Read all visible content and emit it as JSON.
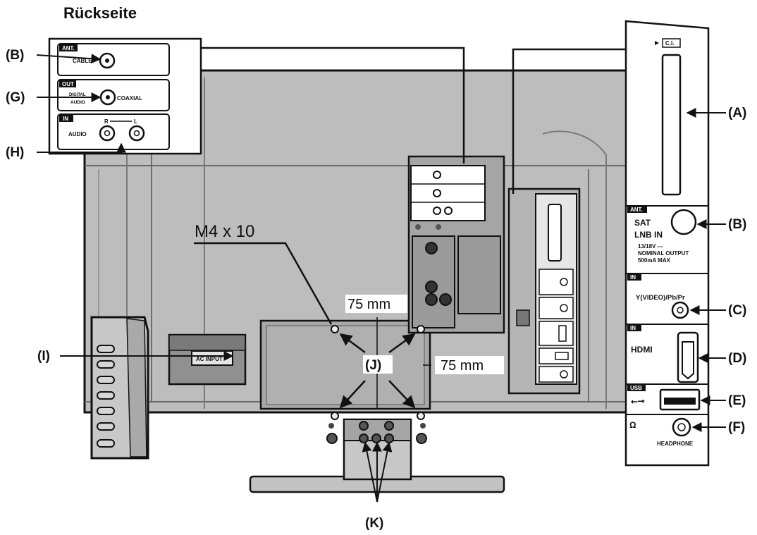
{
  "title": "Rückseite",
  "callouts": {
    "A": "(A)",
    "B": "(B)",
    "C": "(C)",
    "D": "(D)",
    "E": "(E)",
    "F": "(F)",
    "G": "(G)",
    "H": "(H)",
    "I": "(I)",
    "J": "(J)",
    "K": "(K)"
  },
  "screw_spec": "M4 x 10",
  "vesa": {
    "horizontal": "75 mm",
    "vertical": "75 mm"
  },
  "left_panel": {
    "ant_tag": "ANT.",
    "cable": "CABLE",
    "out_tag": "OUT",
    "digital_audio_1": "DIGITAL",
    "digital_audio_2": "AUDIO",
    "coaxial": "COAXIAL",
    "in_tag": "IN",
    "audio": "AUDIO",
    "r": "R",
    "l": "L"
  },
  "power_label": "AC INPUT",
  "side_panel": {
    "ci": "C.I.",
    "ant_tag": "ANT.",
    "sat": "SAT",
    "lnb_in": "LNB IN",
    "lnb_spec_1": "13/18V ---",
    "lnb_spec_2": "NOMINAL OUTPUT",
    "lnb_spec_3": "500mA MAX",
    "in_tag": "IN",
    "ypbpr": "Y(VIDEO)/Pb/Pr",
    "in_tag2": "IN",
    "hdmi": "HDMI",
    "usb_tag": "USB",
    "headphone": "HEADPHONE"
  }
}
